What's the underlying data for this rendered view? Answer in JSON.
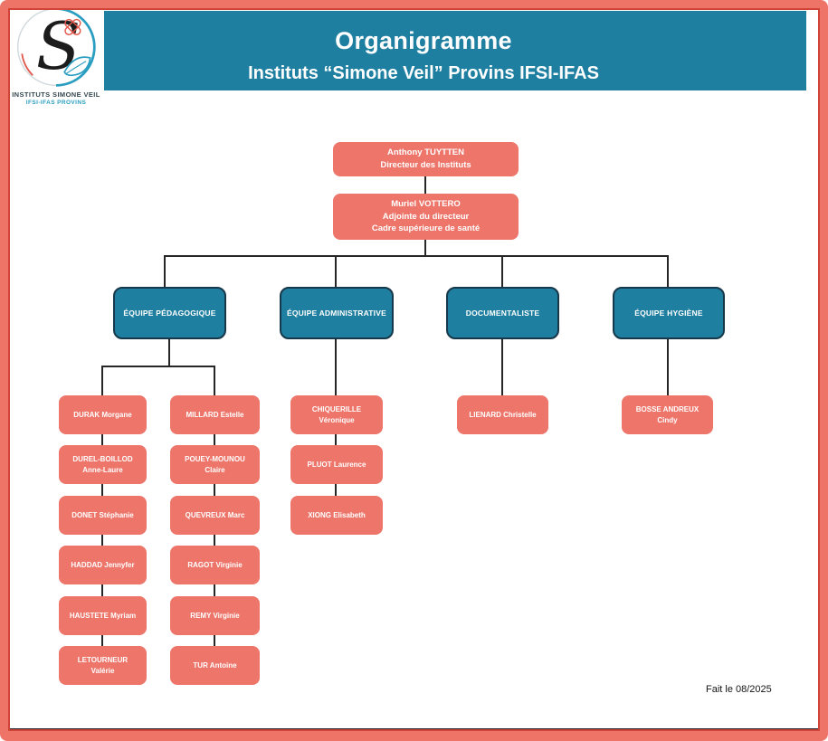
{
  "colors": {
    "salmon": "#ed756a",
    "frame_salmon": "#ee7468",
    "frame_inner_red": "#d04538",
    "teal": "#1f7fa0",
    "teal_box_border": "#16384a",
    "logo_teal": "#2a9ec0",
    "logo_red": "#e2574c",
    "connector": "#262626"
  },
  "header": {
    "title": "Organigramme",
    "subtitle": "Instituts “Simone Veil” Provins IFSI-IFAS"
  },
  "logo": {
    "monogram": "S",
    "line1": "INSTITUTS SIMONE VEIL",
    "line2": "IFSI-IFAS PROVINS"
  },
  "org": {
    "director": {
      "name": "Anthony TUYTTEN",
      "role": "Directeur des Instituts"
    },
    "deputy": {
      "name": "Muriel VOTTERO",
      "role1": "Adjointe du directeur",
      "role2": "Cadre supérieure de santé"
    },
    "teams": [
      {
        "label": "ÉQUIPE PÉDAGOGIQUE"
      },
      {
        "label": "ÉQUIPE ADMINISTRATIVE"
      },
      {
        "label": "DOCUMENTALISTE"
      },
      {
        "label": "ÉQUIPE HYGIÈNE"
      }
    ],
    "ped1": [
      "DURAK Morgane",
      "DUREL-BOILLOD Anne-Laure",
      "DONET Stéphanie",
      "HADDAD Jennyfer",
      "HAUSTETE Myriam",
      "LETOURNEUR Valérie"
    ],
    "ped2": [
      "MILLARD Estelle",
      "POUEY-MOUNOU Claire",
      "QUEVREUX Marc",
      "RAGOT Virginie",
      "REMY Virginie",
      "TUR Antoine"
    ],
    "admin": [
      "CHIQUERILLE Véronique",
      "PLUOT Laurence",
      "XIONG Elisabeth"
    ],
    "doc": [
      "LIENARD Christelle"
    ],
    "hyg": [
      "BOSSE ANDREUX Cindy"
    ]
  },
  "footer": {
    "date_note": "Fait le 08/2025"
  }
}
